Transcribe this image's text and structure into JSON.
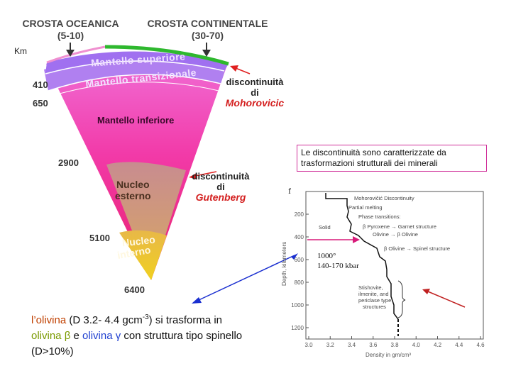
{
  "header": {
    "oceanic_title": "CROSTA OCEANICA",
    "oceanic_range": "(5-10)",
    "continental_title": "CROSTA CONTINENTALE",
    "continental_range": "(30-70)",
    "units": "Km"
  },
  "layers": {
    "upper_mantle": "Mantello superiore",
    "transition_mantle": "Mantello transizionale",
    "lower_mantle": "Mantello inferiore",
    "outer_core_line1": "Nucleo",
    "outer_core_line2": "esterno",
    "inner_core_line1": "Nucleo",
    "inner_core_line2": "interno"
  },
  "depths": {
    "d410": "410",
    "d650": "650",
    "d2900": "2900",
    "d5100": "5100",
    "d6400": "6400"
  },
  "discontinuities": {
    "moho_line1": "discontinuità",
    "moho_line2": "di",
    "moho_name": "Mohorovicic",
    "gut_line1": "discontinuità",
    "gut_line2": "di",
    "gut_name": "Gutenberg"
  },
  "info_box": "Le discontinuità sono caratterizzate da trasformazioni strutturali dei minerali",
  "symbol": "f",
  "caption": {
    "part1": "l’olivina",
    "part2": " (D 3.2- 4.4 gcm",
    "sup": "-3",
    "part3": ") si trasforma in ",
    "olivine_beta": "olivina β",
    "conj": " e ",
    "olivine_gamma": "olivina γ",
    "part4": " con struttura tipo spinello (D>10%)"
  },
  "profile": {
    "ylabel": "Depth, kilometers",
    "xlabel": "Density in gm/cm³",
    "x_ticks": [
      "3.0",
      "3.2",
      "3.4",
      "3.6",
      "3.8",
      "4.0",
      "4.2",
      "4.4",
      "4.6"
    ],
    "y_ticks": [
      "200",
      "400",
      "600",
      "800",
      "1000",
      "1200"
    ],
    "annotations": {
      "moho": "Mohorovičić Discontinuity",
      "partial1": "Partial melting",
      "partial2": "Phase transitions:",
      "solid": "Solid",
      "pyroxene": "β Pyroxene → Garnet structure",
      "olivine1": "Olivine → β Olivine",
      "spinel": "β Olivine → Spinel structure",
      "stish1": "Stishovite,",
      "stish2": "ilmenite, and",
      "stish3": "periclase type",
      "stish4": "structures"
    },
    "note_temp": "1000°",
    "note_press": "140-170 kbar"
  },
  "colors": {
    "accent_green": "#2eb82e",
    "arrow_red": "#e02020",
    "arrow_blue": "#1a2fd0",
    "arrow_magenta": "#d81b7a",
    "olive_green": "#7a9a00",
    "olive_blue": "#2040d0"
  }
}
